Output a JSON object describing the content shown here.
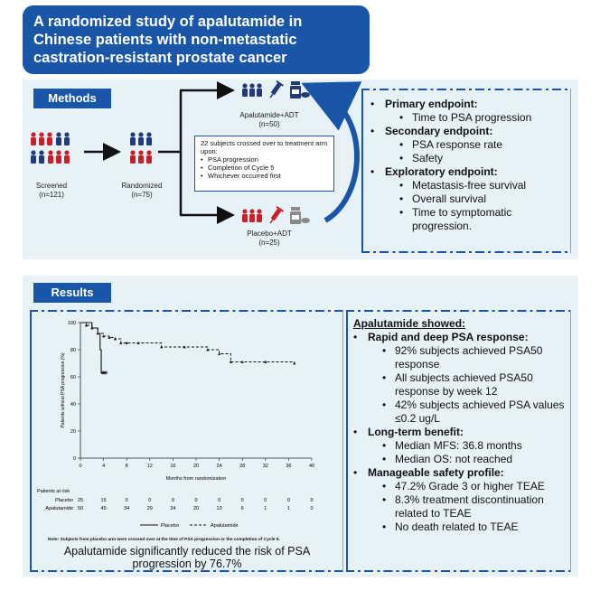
{
  "title": "A randomized study of apalutamide in Chinese patients with non-metastatic castration-resistant prostate cancer",
  "methods": {
    "tab_label": "Methods",
    "screened_label": "Screened",
    "screened_n": "(n=121)",
    "randomized_label": "Randomized",
    "randomized_n": "(n=75)",
    "apalutamide_arm": "Apalutamide+ADT",
    "apalutamide_n": "(n=50)",
    "placebo_arm": "Placebo+ADT",
    "placebo_n": "(n=25)",
    "crossover": {
      "intro": "22 subjects crossed over to treatment arm upon:",
      "items": [
        "PSA progression",
        "Completion of Cycle 5",
        "Whichever occurred first"
      ]
    },
    "endpoints": [
      {
        "heading": "Primary endpoint:",
        "items": [
          "Time to PSA progression"
        ]
      },
      {
        "heading": "Secondary endpoint:",
        "items": [
          "PSA response rate",
          "Safety"
        ]
      },
      {
        "heading": "Exploratory endpoint:",
        "items": [
          "Metastasis-free survival",
          "Overall survival",
          "Time to symptomatic progression."
        ]
      }
    ]
  },
  "results": {
    "tab_label": "Results",
    "showed_heading": "Apalutamide showed:",
    "groups": [
      {
        "heading": "Rapid and deep PSA response:",
        "items": [
          "92% subjects achieved PSA50 response",
          "All subjects achieved PSA50 response by week 12",
          "42% subjects achieved PSA values ≤0.2 ug/L"
        ]
      },
      {
        "heading": "Long-term benefit:",
        "items": [
          "Median MFS: 36.8 months",
          "Median OS: not reached"
        ]
      },
      {
        "heading": "Manageable safety profile:",
        "items": [
          "47.2% Grade 3 or higher TEAE",
          "8.3% treatment discontinuation related to TEAE",
          "No death related to TEAE"
        ]
      }
    ],
    "conclusion": "Apalutamide significantly reduced the risk of PSA progression by 76.7%",
    "note": "Note: Subjects from placebo arm were crossed over at the time of PSA progression or the completion of Cycle 5."
  },
  "chart_data": {
    "type": "line",
    "ylabel": "Patients without PSA progression (%)",
    "xlabel": "Months from randomization",
    "xlim": [
      0,
      40
    ],
    "ylim": [
      0,
      100
    ],
    "xticks": [
      0,
      4,
      8,
      12,
      16,
      20,
      24,
      28,
      32,
      36,
      40
    ],
    "yticks": [
      0,
      20,
      40,
      60,
      80,
      100
    ],
    "series": [
      {
        "name": "Placebo",
        "x": [
          0,
          1.5,
          2,
          3,
          3.4,
          3.6,
          4.5
        ],
        "y": [
          100,
          100,
          96,
          92,
          80,
          63,
          63
        ]
      },
      {
        "name": "Apalutamide",
        "x": [
          0,
          1,
          2,
          3,
          4,
          5,
          6,
          7,
          8,
          10,
          14,
          18,
          22,
          24,
          26,
          28,
          32,
          37
        ],
        "y": [
          100,
          98,
          96,
          92,
          90,
          89,
          88,
          85,
          85,
          85,
          82,
          82,
          80,
          77,
          71,
          71,
          71,
          70
        ]
      }
    ],
    "risk_table": {
      "heading": "Patients at risk",
      "rows": [
        {
          "name": "Placebo",
          "values": [
            "25",
            "15",
            "0",
            "0",
            "0",
            "0",
            "0",
            "0",
            "0",
            "0",
            "0"
          ]
        },
        {
          "name": "Apalutamide",
          "values": [
            "50",
            "45",
            "34",
            "29",
            "24",
            "20",
            "13",
            "6",
            "1",
            "1",
            "0"
          ]
        }
      ]
    },
    "legend": [
      "Placebo",
      "Apalutamide"
    ],
    "legend_position": "bottom"
  }
}
